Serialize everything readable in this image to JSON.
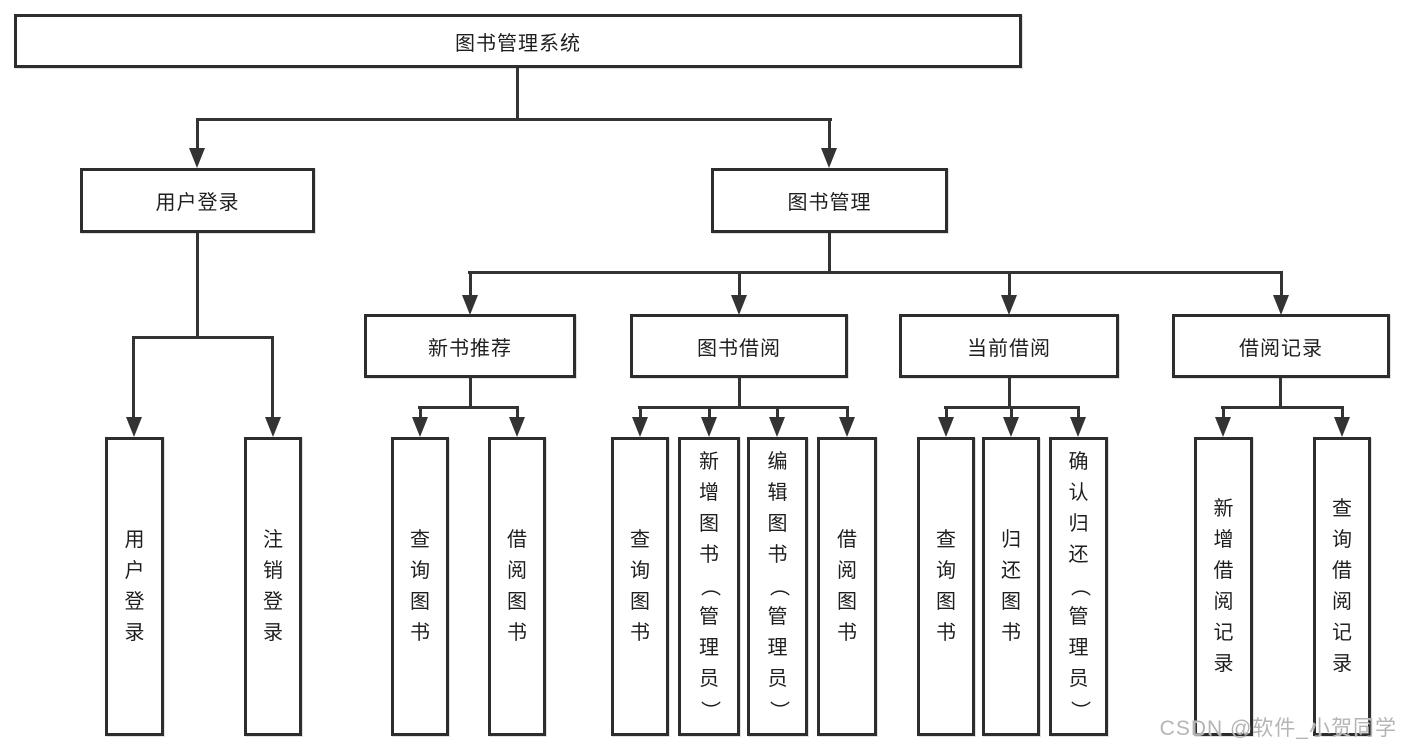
{
  "title": {
    "label": "图书管理系统"
  },
  "level2": {
    "user_login": "用户登录",
    "book_mgmt": "图书管理"
  },
  "level3": {
    "new_book": "新书推荐",
    "borrow": "图书借阅",
    "current": "当前借阅",
    "records": "借阅记录"
  },
  "leaves": {
    "user_login": "用户登录",
    "logout": "注销登录",
    "nb_query": "查询图书",
    "nb_borrow": "借阅图书",
    "bw_query": "查询图书",
    "bw_add": "新增图书（管理员）",
    "bw_edit": "编辑图书（管理员）",
    "bw_borrow": "借阅图书",
    "cur_query": "查询图书",
    "cur_return": "归还图书",
    "cur_confirm": "确认归还（管理员）",
    "rec_add": "新增借阅记录",
    "rec_query": "查询借阅记录"
  },
  "watermark": "CSDN @软件_小贺同学",
  "colors": {
    "line": "#333333",
    "border": "#2d2d2d",
    "text": "#1f1f1f",
    "watermark": "#b5b5b5"
  }
}
